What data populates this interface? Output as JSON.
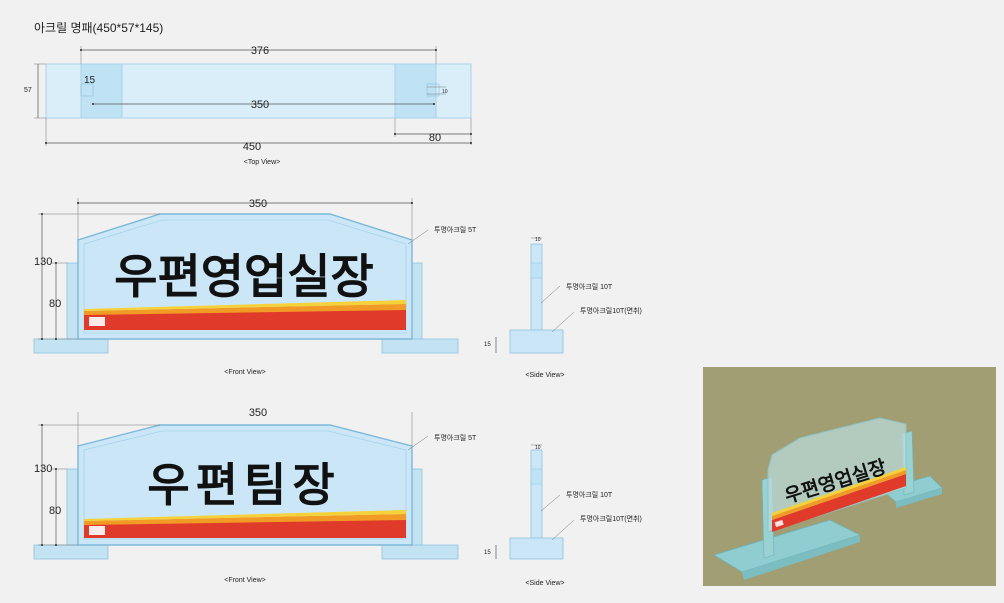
{
  "title": "아크릴 명패(450*57*145)",
  "top_view": {
    "dim_376": "376",
    "dim_15": "15",
    "dim_350": "350",
    "dim_450": "450",
    "dim_80": "80",
    "dim_57": "57",
    "dim_10": "10",
    "caption": "<Top View>"
  },
  "front_view_1": {
    "sign_text": "우편영업실장",
    "dim_350": "350",
    "dim_130": "130",
    "dim_80": "80",
    "callout": "투명아크릴 5T",
    "caption": "<Front View>"
  },
  "side_view_1": {
    "dim_10": "10",
    "dim_15": "15",
    "callout_top": "투명아크릴 10T",
    "callout_bottom": "투명아크릴10T(면취)",
    "caption": "<Side View>"
  },
  "front_view_2": {
    "sign_text": "우편팀장",
    "dim_350": "350",
    "dim_130": "130",
    "dim_80": "80",
    "callout": "투명아크릴 5T",
    "caption": "<Front View>"
  },
  "side_view_2": {
    "dim_10": "10",
    "dim_15": "15",
    "callout_top": "투명아크릴 10T",
    "callout_bottom": "투명아크릴10T(면취)",
    "caption": "<Side View>"
  },
  "render_3d": {
    "sign_text": "우편영업실장"
  },
  "colors": {
    "panel": "#cbe7f7",
    "panel_edge": "#8fc4df",
    "stripe_red": "#e03a2a",
    "stripe_orange": "#f29a26",
    "stripe_yellow": "#f6d23a",
    "render_bg": "#a29e74"
  }
}
